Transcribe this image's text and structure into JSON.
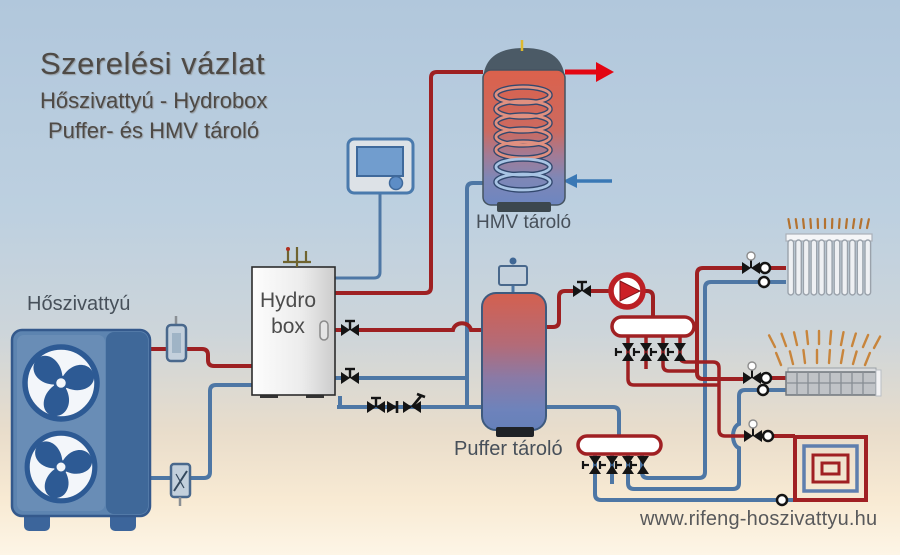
{
  "title": {
    "line1": "Szerelési vázlat",
    "line2": "Hőszivattyú - Hydrobox",
    "line3": "Puffer- és HMV tároló"
  },
  "labels": {
    "heat_pump": "Hőszivattyú",
    "hydrobox_top": "Hydro",
    "hydrobox_bottom": "box",
    "hmv_tank": "HMV tároló",
    "buffer_tank": "Puffer tároló"
  },
  "footer": {
    "website": "www.rifeng-hoszivattyu.hu"
  },
  "colors": {
    "background_top": "#b1c7dc",
    "background_bottom": "#fdf5e6",
    "pipe_hot": "#9e2022",
    "pipe_cold": "#4e77a5",
    "arrow_hot": "#e30613",
    "arrow_cold": "#3a78b5",
    "pump_red": "#c42127",
    "tank_hot_top": "#d6604e",
    "tank_cold_bottom": "#6a84bd",
    "heat_pump_body": "#5d84b0",
    "text": "#4e4a46"
  },
  "components": [
    "heat-pump-unit",
    "fan-icon",
    "air-separator",
    "strainer-filter",
    "hydrobox",
    "room-controller",
    "hmv-tank",
    "buffer-tank",
    "expansion-vessel",
    "circulation-pump",
    "supply-manifold",
    "return-manifold",
    "radiator",
    "fan-coil",
    "floor-heating-coil",
    "shutoff-valve",
    "check-valve",
    "thermostatic-valve",
    "pipe-connector"
  ]
}
